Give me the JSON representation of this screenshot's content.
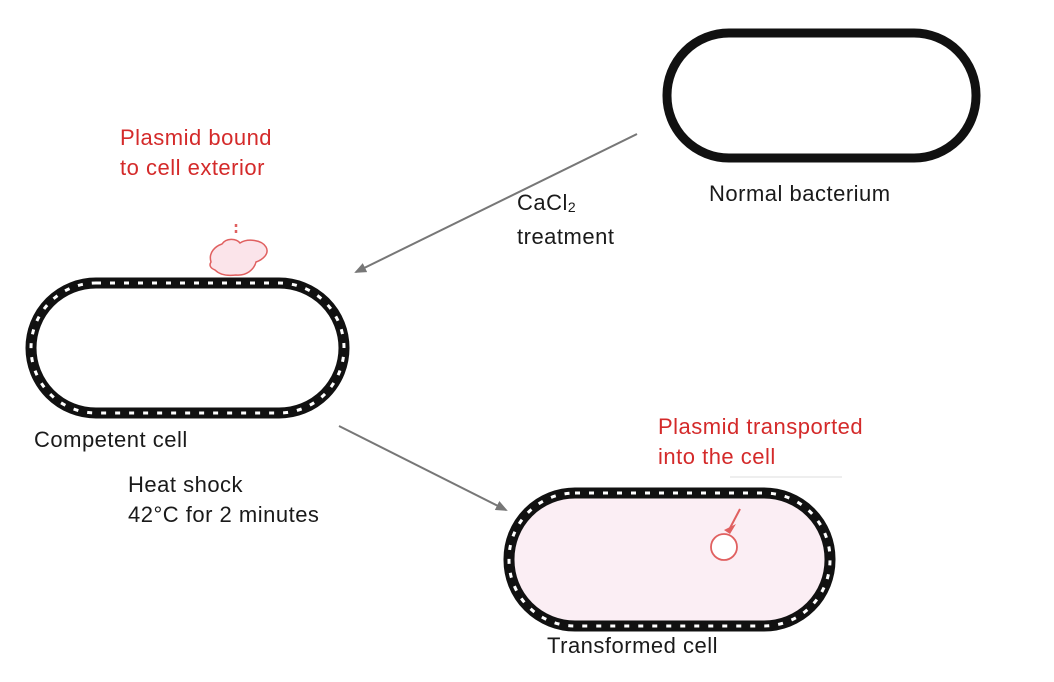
{
  "cells": {
    "normal": "Normal bacterium",
    "competent": "Competent cell",
    "transformed": "Transformed cell"
  },
  "steps": {
    "cacl2_formula": "CaCl",
    "cacl2_subscript": "2",
    "cacl2_word": "treatment",
    "heat_line1": "Heat shock",
    "heat_line2": "42°C for 2 minutes"
  },
  "annotations": {
    "bound_line1": "Plasmid bound",
    "bound_line2": "to cell exterior",
    "transported_line1": "Plasmid transported",
    "transported_line2": "into the cell"
  },
  "colors": {
    "outline": "#111111",
    "membrane_dots": "#ffffff",
    "plasmid": "#e06060",
    "plasmid_fill": "#fbe4ea",
    "cell_fill_transformed": "#fbeef4",
    "arrow": "#777777",
    "annotation_text": "#d42a2a"
  }
}
